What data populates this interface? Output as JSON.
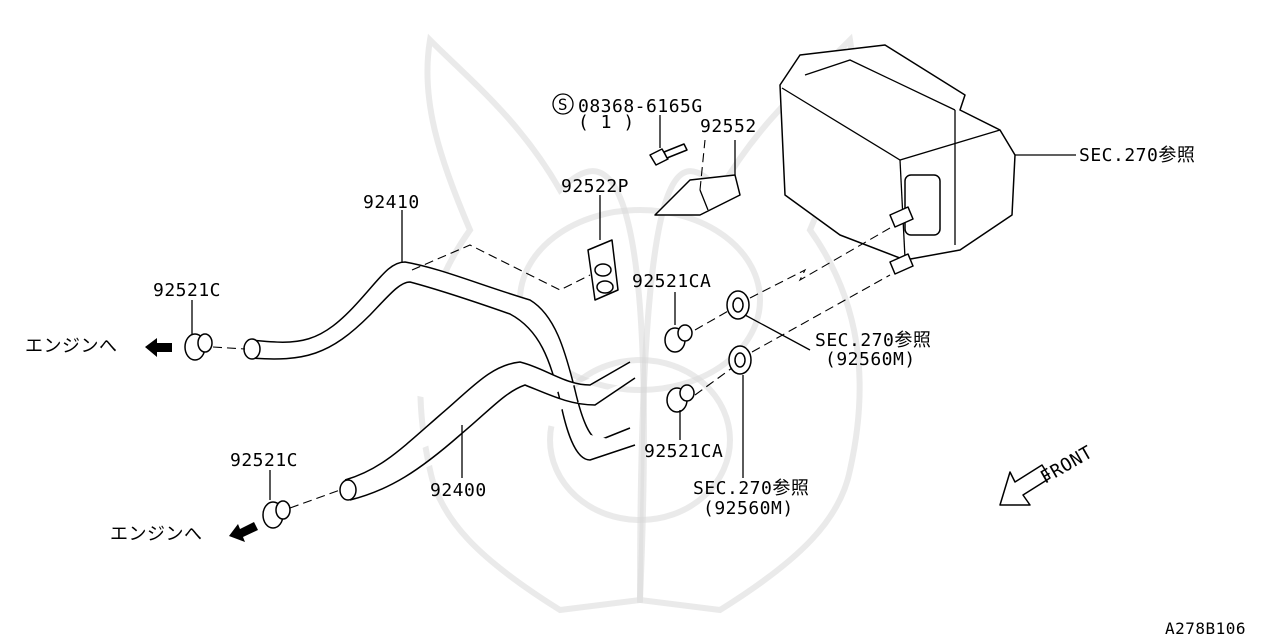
{
  "diagram": {
    "figure_code": "A278B106",
    "direction_label": "FRONT",
    "bolt_spec": "08368-6165G",
    "bolt_qty": "( 1 )",
    "bolt_symbol": "S",
    "engine_label_top": "エンジンへ",
    "engine_label_bottom": "エンジンへ",
    "parts": {
      "p92552": "92552",
      "p92522P": "92522P",
      "p92410": "92410",
      "p92400": "92400",
      "p92521C_top": "92521C",
      "p92521C_bottom": "92521C",
      "p92521CA_top": "92521CA",
      "p92521CA_bottom": "92521CA"
    },
    "refs": {
      "heater_unit": "SEC.270参照",
      "grommet_top": "SEC.270参照",
      "grommet_top_part": "(92560M)",
      "grommet_bottom": "SEC.270参照",
      "grommet_bottom_part": "(92560M)"
    },
    "colors": {
      "line": "#000000",
      "watermark": "#d9d9d9",
      "background": "#ffffff"
    }
  }
}
